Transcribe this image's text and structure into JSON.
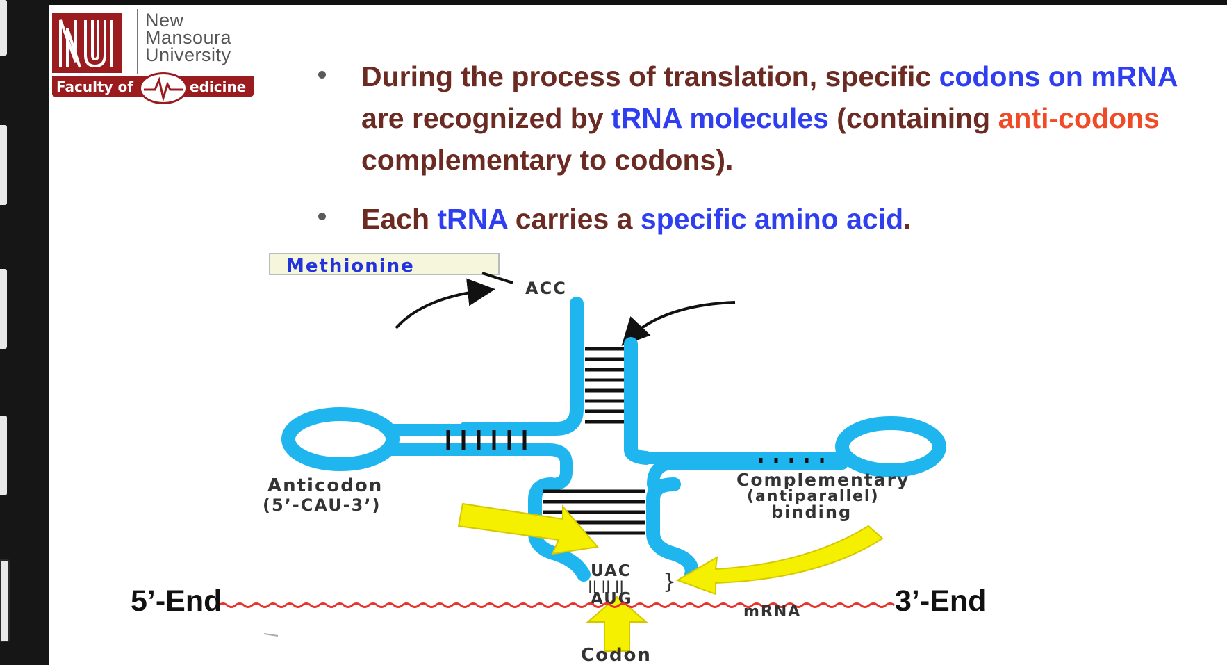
{
  "logo": {
    "mark_text": "NMU",
    "words": [
      "New",
      "Mansoura",
      "University"
    ],
    "band_left": "Faculty of",
    "band_right": "edicine"
  },
  "bullets": [
    {
      "lines": [
        [
          {
            "text": "During the process of translation, specific ",
            "style": "plain"
          },
          {
            "text": "codons on mRNA",
            "style": "blue"
          }
        ],
        [
          {
            "text": "are recognized by ",
            "style": "plain"
          },
          {
            "text": "tRNA molecules",
            "style": "blue"
          },
          {
            "text": " (containing ",
            "style": "plain"
          },
          {
            "text": "anti-codons",
            "style": "red"
          }
        ],
        [
          {
            "text": "complementary to codons).",
            "style": "plain"
          }
        ]
      ]
    },
    {
      "lines": [
        [
          {
            "text": "Each ",
            "style": "plain"
          },
          {
            "text": "tRNA",
            "style": "blue"
          },
          {
            "text": " carries a ",
            "style": "plain"
          },
          {
            "text": "specific amino acid",
            "style": "blue"
          },
          {
            "text": ".",
            "style": "plain"
          }
        ]
      ]
    }
  ],
  "diagram": {
    "amino_acid": "Methionine",
    "acceptor_end": "ACC",
    "anticodon_label": "Anticodon",
    "anticodon_seq": "(5’-CAU-3’)",
    "complementary_label": "Complementary",
    "antiparallel_label": "(antiparallel)",
    "binding_label": "binding",
    "trna_triplet": "UAC",
    "pairing_marks": "|| || ||",
    "mrna_triplet": "AUG",
    "mrna_label": "mRNA",
    "codon_label": "Codon",
    "five_end": "5’-End",
    "three_end": "3’-End"
  },
  "colors": {
    "trna_blue": "#1fb6f0",
    "arrow_yellow": "#f5f000",
    "mrna_red": "#e8342e",
    "brand_red": "#9a1c1f",
    "text_brown": "#6b2a22",
    "highlight_blue": "#2f3ff0",
    "highlight_red": "#f04a26"
  }
}
